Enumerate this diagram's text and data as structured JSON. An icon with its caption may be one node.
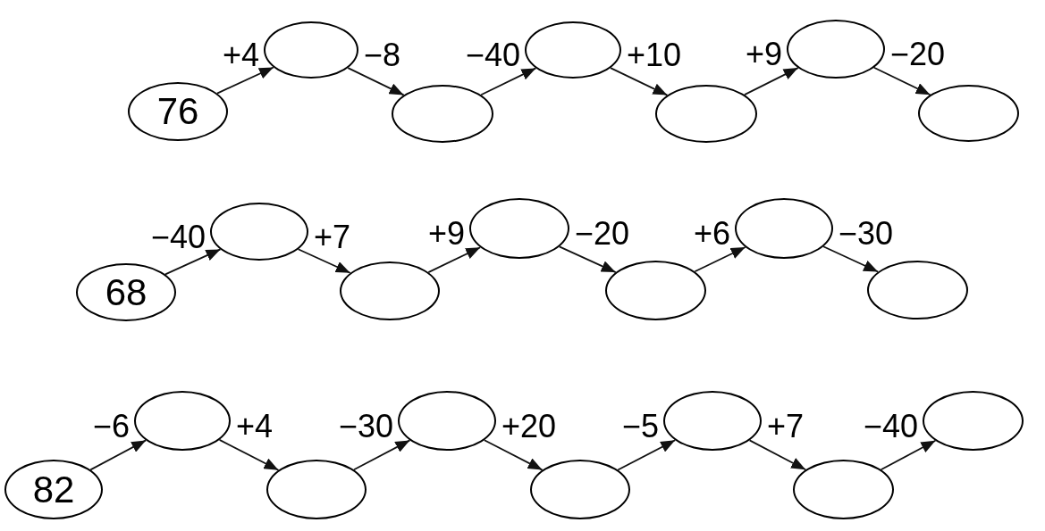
{
  "diagram": {
    "nodes": [
      {
        "text": [
          "76"
        ]
      },
      {
        "text": [],
        "shape": "ellipse"
      },
      {
        "text": [],
        "shape": "ellipse"
      },
      {
        "text": [],
        "shape": "ellipse"
      },
      {
        "text": [],
        "shape": "ellipse"
      },
      {
        "text": [],
        "shape": "ellipse"
      },
      {
        "text": [],
        "shape": "ellipse"
      },
      {
        "text": [
          "68"
        ]
      },
      {
        "text": [],
        "shape": "ellipse"
      },
      {
        "text": [],
        "shape": "ellipse"
      },
      {
        "text": [],
        "shape": "ellipse"
      },
      {
        "text": [],
        "shape": "ellipse"
      },
      {
        "text": [],
        "shape": "ellipse"
      },
      {
        "text": [],
        "shape": "ellipse"
      },
      {
        "text": [
          "82"
        ]
      },
      {
        "text": [],
        "shape": "ellipse"
      },
      {
        "text": [],
        "shape": "ellipse"
      },
      {
        "text": [],
        "shape": "ellipse"
      },
      {
        "text": [],
        "shape": "ellipse"
      },
      {
        "text": [],
        "shape": "ellipse"
      },
      {
        "text": [],
        "shape": "ellipse"
      },
      {
        "text": [],
        "shape": "ellipse"
      }
    ],
    "edges": [
      {
        "from": 0,
        "to": 1,
        "label": "+4",
        "arrow": "to"
      },
      {
        "from": 1,
        "to": 2,
        "label": "−8",
        "arrow": "to"
      },
      {
        "from": 2,
        "to": 3,
        "label": "−40",
        "arrow": "to"
      },
      {
        "from": 3,
        "to": 4,
        "label": "+10",
        "arrow": "to"
      },
      {
        "from": 4,
        "to": 5,
        "label": "+9",
        "arrow": "to"
      },
      {
        "from": 5,
        "to": 6,
        "label": "−20",
        "arrow": "to"
      },
      {
        "from": 7,
        "to": 8,
        "label": "−40",
        "arrow": "to"
      },
      {
        "from": 8,
        "to": 9,
        "label": "+7",
        "arrow": "to"
      },
      {
        "from": 9,
        "to": 10,
        "label": "+9",
        "arrow": "to"
      },
      {
        "from": 10,
        "to": 11,
        "label": "−20",
        "arrow": "to"
      },
      {
        "from": 11,
        "to": 12,
        "label": "+6",
        "arrow": "to"
      },
      {
        "from": 12,
        "to": 13,
        "label": "−30",
        "arrow": "to"
      },
      {
        "from": 14,
        "to": 15,
        "label": "−6",
        "arrow": "to"
      },
      {
        "from": 15,
        "to": 16,
        "label": "+4",
        "arrow": "to"
      },
      {
        "from": 16,
        "to": 17,
        "label": "−30",
        "arrow": "to"
      },
      {
        "from": 17,
        "to": 18,
        "label": "+20",
        "arrow": "to"
      },
      {
        "from": 18,
        "to": 19,
        "label": "−5",
        "arrow": "to"
      },
      {
        "from": 19,
        "to": 20,
        "label": "+7",
        "arrow": "to"
      },
      {
        "from": 20,
        "to": 21,
        "label": "−40",
        "arrow": "to"
      }
    ]
  }
}
